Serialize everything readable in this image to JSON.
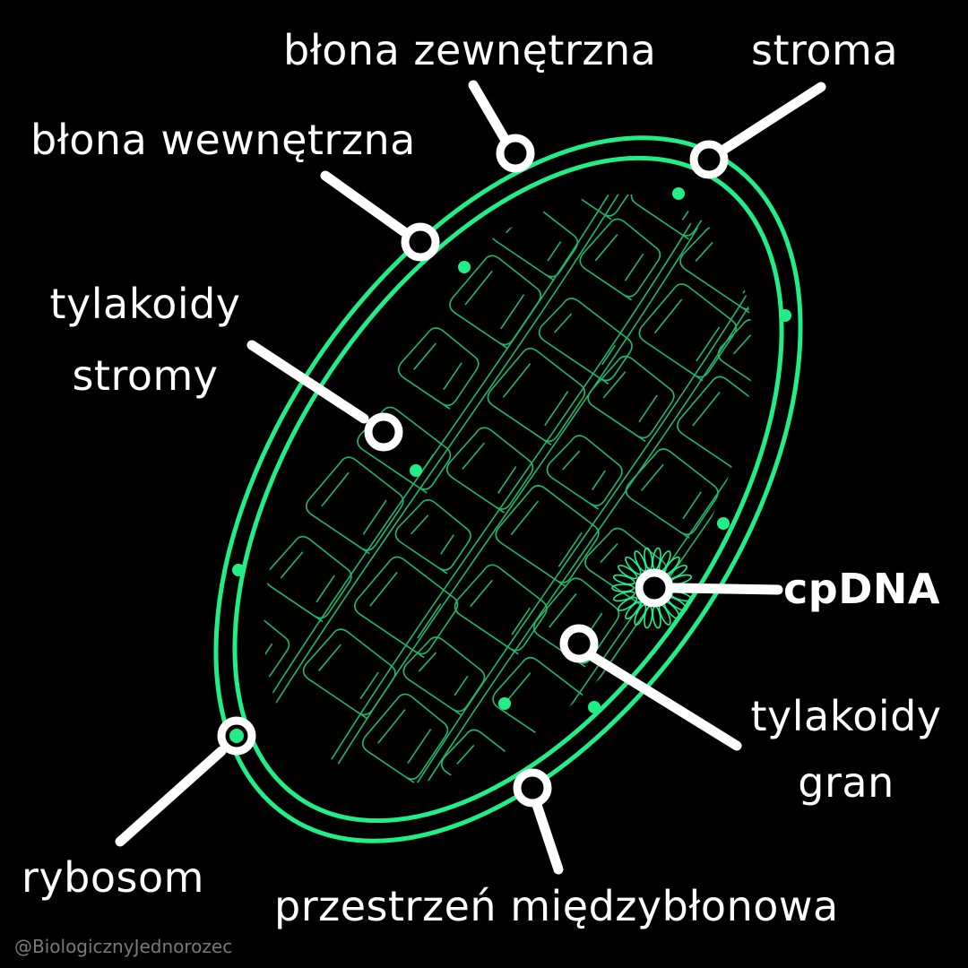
{
  "diagram": {
    "labels": {
      "outer_membrane": "błona zewnętrzna",
      "stroma": "stroma",
      "inner_membrane": "błona wewnętrzna",
      "stroma_thylakoids_line1": "tylakoidy",
      "stroma_thylakoids_line2": "stromy",
      "cpdna": "cpDNA",
      "grana_thylakoids_line1": "tylakoidy",
      "grana_thylakoids_line2": "gran",
      "ribosome": "rybosom",
      "intermembrane_space": "przestrzeń międzybłonowa"
    },
    "credit": "@BiologicznyJednorozec",
    "colors": {
      "background": "#000000",
      "membrane": "#22ee88",
      "thylakoid": "#1fb868",
      "pointer": "#ffffff",
      "text": "#ffffff"
    }
  }
}
